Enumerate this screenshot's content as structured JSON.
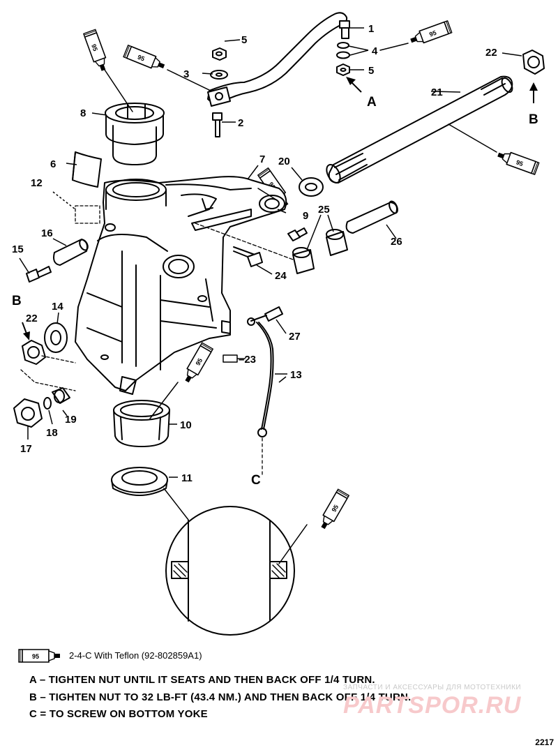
{
  "legend": {
    "tube_label": "95",
    "text": "2-4-C With Teflon (92-802859A1)"
  },
  "notes": {
    "a": "A – TIGHTEN  NUT UNTIL IT SEATS AND THEN BACK OFF 1/4 TURN.",
    "b": "B – TIGHTEN NUT TO 32 LB-FT (43.4 NM.) AND THEN BACK OFF 1/4 TURN.",
    "c": "C = TO SCREW ON BOTTOM YOKE"
  },
  "callouts": {
    "p1": "1",
    "p2": "2",
    "p3": "3",
    "p4": "4",
    "p5a": "5",
    "p5b": "5",
    "p6": "6",
    "p7": "7",
    "p8": "8",
    "p9": "9",
    "p10": "10",
    "p11": "11",
    "p12": "12",
    "p13": "13",
    "p14": "14",
    "p15": "15",
    "p16": "16",
    "p17": "17",
    "p18": "18",
    "p19": "19",
    "p20": "20",
    "p21": "21",
    "p22a": "22",
    "p22b": "22",
    "p23": "–23",
    "p24": "24",
    "p25": "25",
    "p26": "26",
    "p27": "27"
  },
  "letters": {
    "a": "A",
    "b1": "B",
    "b2": "B",
    "c": "C"
  },
  "watermark": {
    "small": "ЗАПЧАСТИ И АКСЕССУАРЫ ДЛЯ МОТОТЕХНИКИ",
    "big": "PARTSPOR.RU"
  },
  "figure_number": "2217",
  "colors": {
    "ink": "#000000",
    "watermark_red": "#f7c9cb",
    "watermark_gray": "#c9c9c9"
  }
}
